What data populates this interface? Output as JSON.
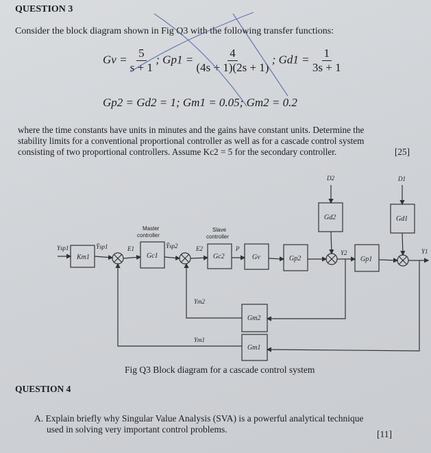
{
  "q3": {
    "heading": "QUESTION 3",
    "intro": "Consider the block diagram shown in Fig Q3 with the following transfer functions:",
    "eq1": {
      "gv_lhs": "Gv =",
      "gv_num": "5",
      "gv_den": "s + 1",
      "gp1_lhs": "; Gp1 =",
      "gp1_num": "4",
      "gp1_den": "(4s + 1)(2s + 1)",
      "gd1_lhs": "; Gd1 =",
      "gd1_num": "1",
      "gd1_den": "3s + 1"
    },
    "eq2": "Gp2 = Gd2 = 1; Gm1 = 0.05; Gm2 = 0.2",
    "para1": "where the time constants have units in minutes and the gains have constant units. Determine the",
    "para2": "stability limits for a conventional proportional controller as well as for a cascade control system",
    "para3": "consisting of two proportional controllers. Assume Kc2 = 5 for the secondary controller.",
    "marks": "[25]"
  },
  "diagram": {
    "blocks": {
      "km1": "Km1",
      "gc1": "Gc1",
      "gc2": "Gc2",
      "gv": "Gv",
      "gp2": "Gp2",
      "gd2": "Gd2",
      "gp1": "Gp1",
      "gd1": "Gd1",
      "gm2": "Gm2",
      "gm1": "Gm1"
    },
    "signals": {
      "ysp1": "Ysp1",
      "ysp1_tilde": "Ỹsp1",
      "e1": "E1",
      "ysp2": "Ỹsp2",
      "e2": "E2",
      "p": "P",
      "y2": "Y2",
      "y1": "Y1",
      "d2": "D2",
      "d1": "D1",
      "ym2": "Ym2",
      "ym1": "Ym1"
    },
    "master_label_1": "Master",
    "master_label_2": "controller",
    "slave_label_1": "Slave",
    "slave_label_2": "controller",
    "caption": "Fig Q3 Block diagram for a cascade control system"
  },
  "q4": {
    "heading": "QUESTION 4",
    "a1": "A.  Explain briefly why Singular Value Analysis (SVA) is a powerful analytical technique",
    "a2": "used in solving very important control problems.",
    "marks": "[11]"
  }
}
